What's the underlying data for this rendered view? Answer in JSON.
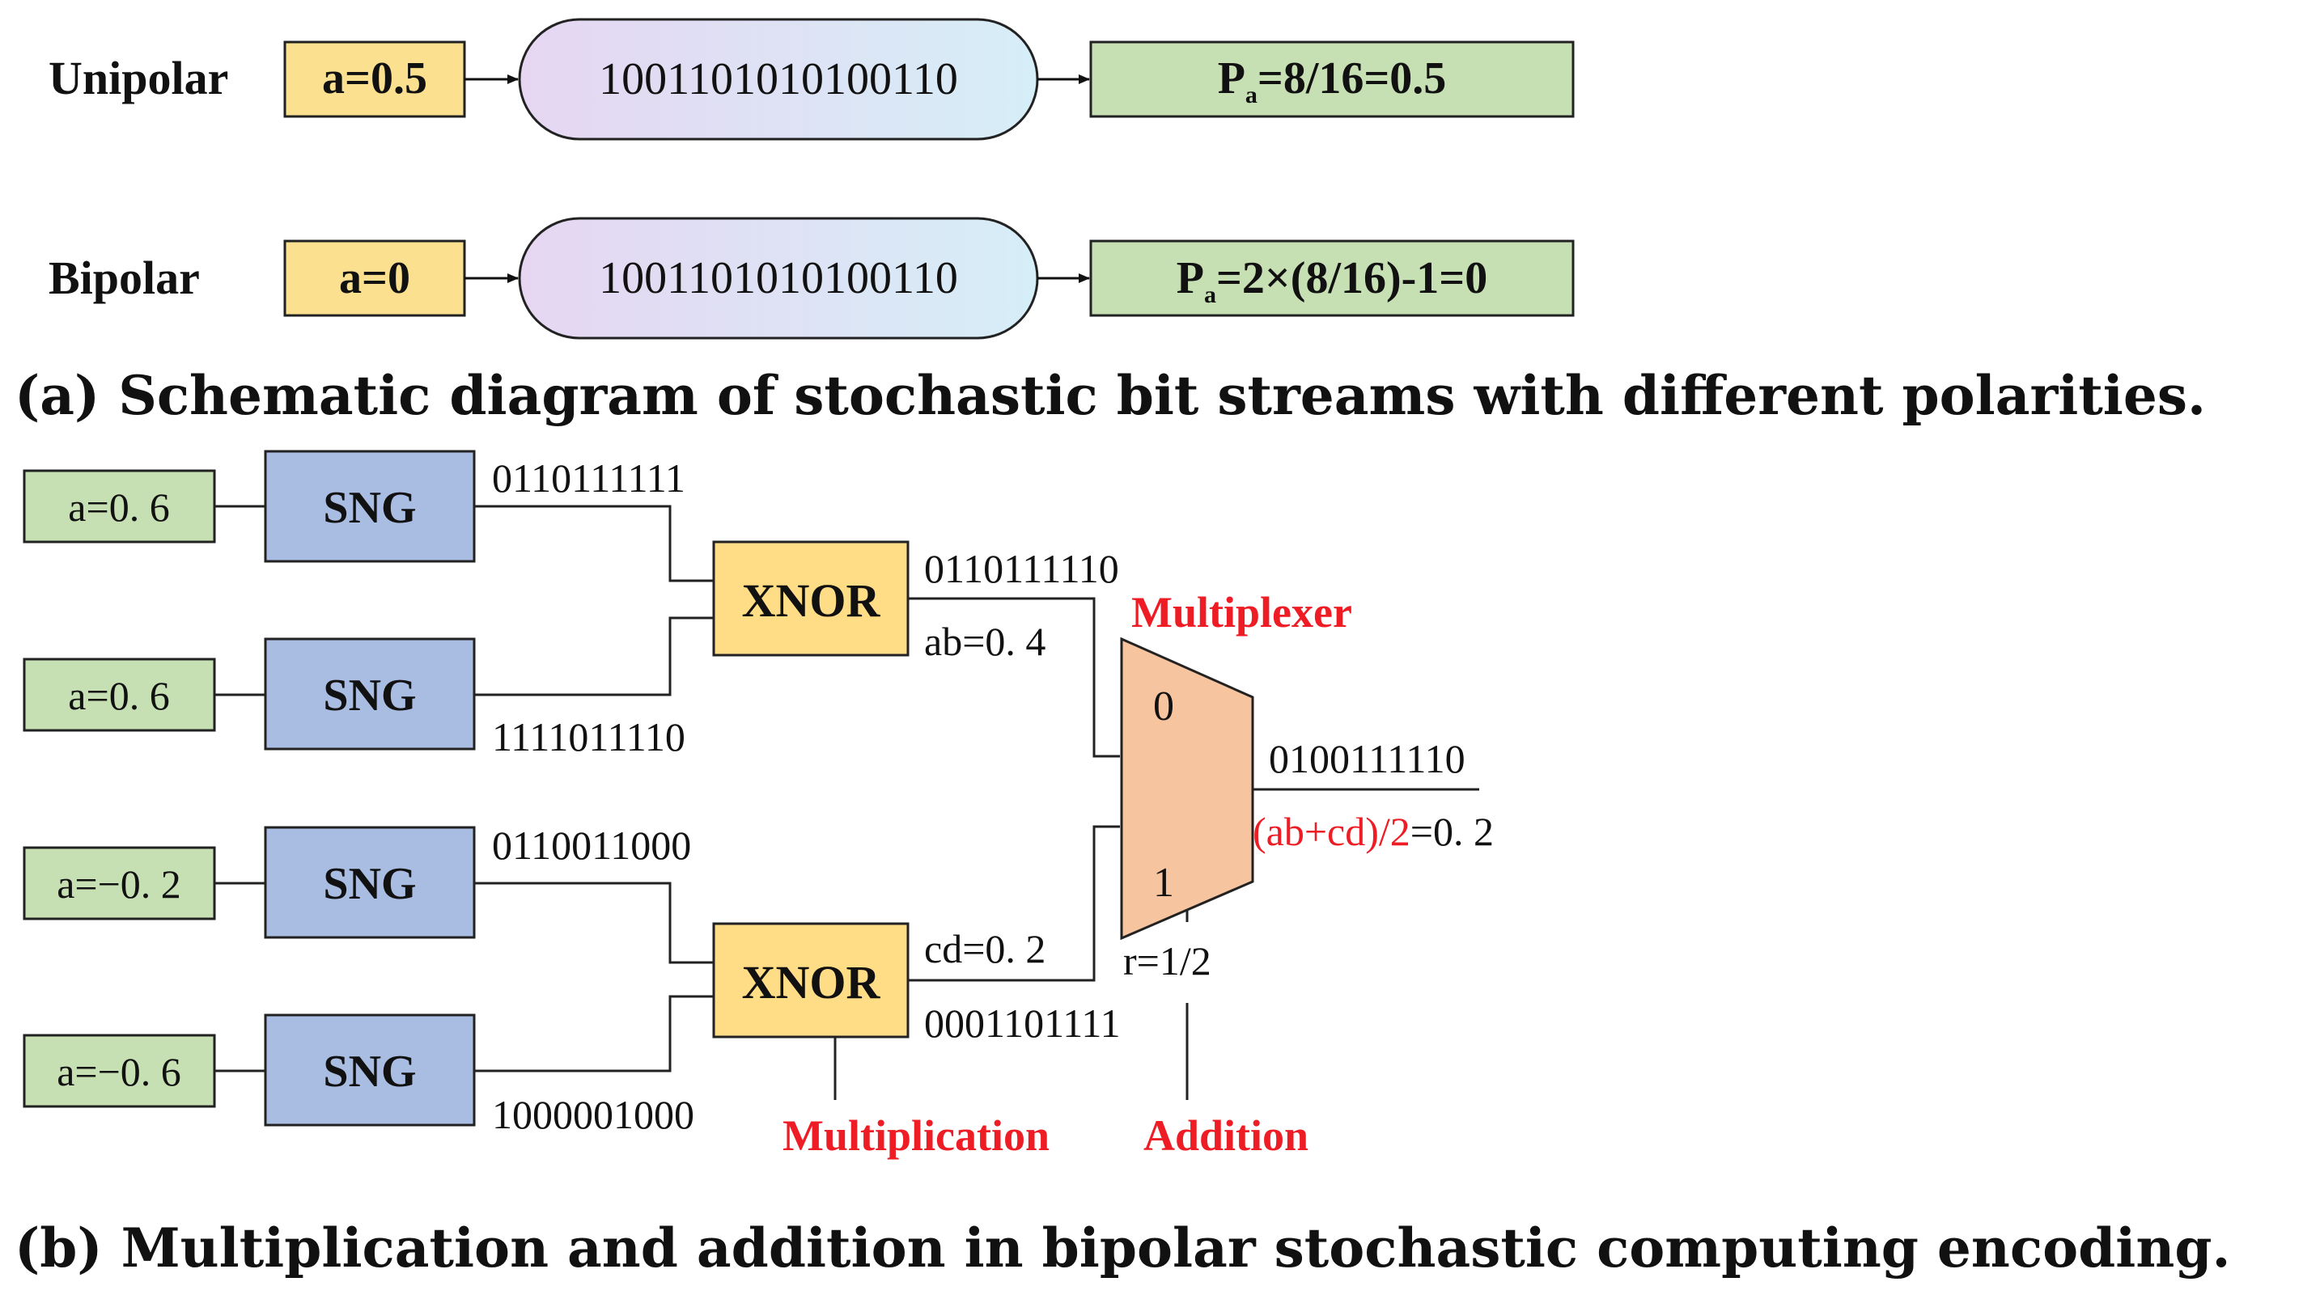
{
  "part_a": {
    "rows": [
      {
        "polarity": "Unipolar",
        "input": "a=0.5",
        "stream": "1001101010100110",
        "result_prefix": "P",
        "result_sub": "a",
        "result_rest": "=8/16=0.5"
      },
      {
        "polarity": "Bipolar",
        "input": "a=0",
        "stream": "1001101010100110",
        "result_prefix": "P",
        "result_sub": "a",
        "result_rest": "=2×(8/16)-1=0"
      }
    ],
    "caption": "(a) Schematic diagram of stochastic bit streams with different polarities."
  },
  "part_b": {
    "inputs": [
      "a=0. 6",
      "a=0. 6",
      "a=−0. 2",
      "a=−0. 6"
    ],
    "sng_label": "SNG",
    "sng_streams": [
      "0110111111",
      "1111011110",
      "0110011000",
      "1000001000"
    ],
    "xnor_label": "XNOR",
    "xnor1_stream": "0110111110",
    "xnor1_value": "ab=0. 4",
    "xnor2_value": "cd=0. 2",
    "xnor2_stream": "0001101111",
    "mux_title": "Multiplexer",
    "mux_in0": "0",
    "mux_in1": "1",
    "mux_select": "r=1/2",
    "out_stream": "0100111110",
    "out_formula": "(ab+cd)/2",
    "out_value": "=0. 2",
    "label_multiplication": "Multiplication",
    "label_addition": "Addition",
    "caption": "(b) Multiplication and addition in bipolar stochastic computing encoding."
  },
  "colors": {
    "input_fill": "#fbe08f",
    "stream_fill_left": "#e6d6f2",
    "stream_fill_right": "#d7edf6",
    "result_fill": "#c6e0b4",
    "sng_fill": "#a9bce1",
    "xnor_fill": "#ffdc86",
    "mux_fill": "#f6c49e",
    "accent_red": "#ee1c24"
  }
}
